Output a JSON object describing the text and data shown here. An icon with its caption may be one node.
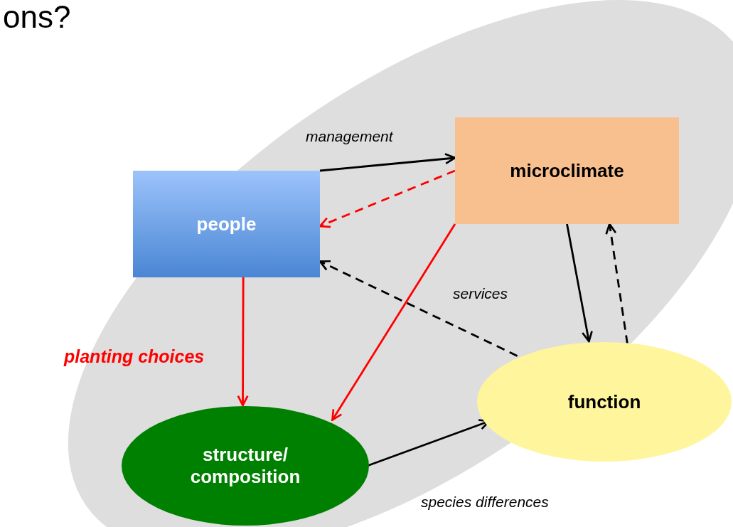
{
  "diagram": {
    "title": "ons?",
    "nodes": [
      {
        "text": [
          "people"
        ]
      },
      {
        "text": [
          "microclimate"
        ]
      },
      {
        "text": [
          "function"
        ]
      },
      {
        "text": [
          "structure/ composition"
        ]
      }
    ],
    "edges": [
      {
        "from": 0,
        "to": 1,
        "arrow": "to",
        "label": "management"
      },
      {
        "from": 1,
        "to": 0,
        "arrow": "to",
        "style": "dashed",
        "color": "#ff0000"
      },
      {
        "from": 1,
        "to": 3,
        "arrow": "to",
        "color": "#ff0000"
      },
      {
        "from": 2,
        "to": 0,
        "arrow": "to",
        "style": "dashed",
        "label": "services"
      },
      {
        "from": 0,
        "to": 3,
        "arrow": "to",
        "color": "#ff0000",
        "label": "planting choices"
      },
      {
        "from": 3,
        "to": 2,
        "arrow": "to",
        "label": "species differences"
      },
      {
        "from": 1,
        "to": 2,
        "arrow": "to"
      },
      {
        "from": 2,
        "to": 1,
        "arrow": "to",
        "style": "dashed"
      }
    ]
  }
}
